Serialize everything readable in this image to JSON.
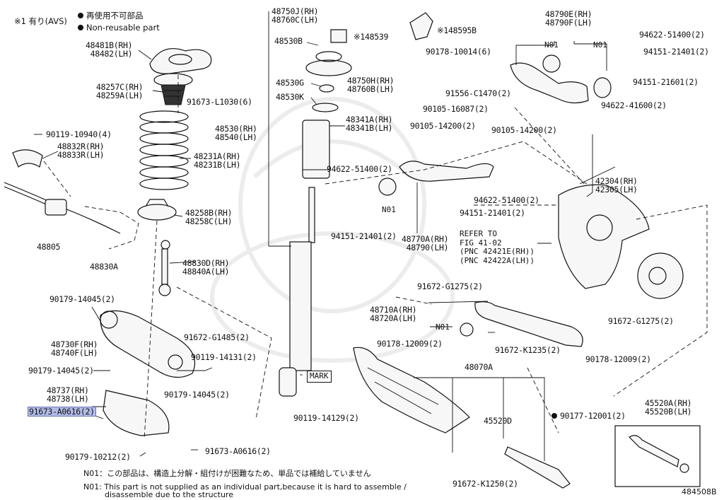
{
  "legend": {
    "avs_note": "※1 有り(AVS)",
    "reuse_ja": "再使用不可部品",
    "reuse_en": "Non-reusable part"
  },
  "notes": {
    "n01_ja": "N01：この部品は、構造上分解・組付けが困難なため、単品では補給していません",
    "n01_en_1": "N01: This part is not supplied as an individual part,because it is hard to assemble /",
    "n01_en_2": "disassemble due to the structure"
  },
  "diagram_id": "484508B",
  "refer": {
    "line1": "REFER TO",
    "line2": "FIG 41-02",
    "line3": "(PNC 42421E(RH))",
    "line4": "(PNC 42422A(LH))"
  },
  "inline_labels": {
    "n01_a": "N01",
    "n01_b": "N01",
    "n01_c": "N01",
    "n01_d": "N01",
    "mark": "MARK"
  },
  "labels": {
    "p48481": [
      "48481B(RH)",
      "48482(LH)"
    ],
    "p48257": [
      "48257C(RH)",
      "48259A(LH)"
    ],
    "p91673_l1030": "91673-L1030(6)",
    "p48231": [
      "48231A(RH)",
      "48231B(LH)"
    ],
    "p90119_10940": "90119-10940(4)",
    "p48832": [
      "48832R(RH)",
      "48833R(LH)"
    ],
    "p48258": [
      "48258B(RH)",
      "48258C(LH)"
    ],
    "p48805": "48805",
    "p48830a": "48830A",
    "p48830d": [
      "48830D(RH)",
      "48840A(LH)"
    ],
    "p90179_14045_a": "90179-14045(2)",
    "p91672_g1485": "91672-G1485(2)",
    "p48730": [
      "48730F(RH)",
      "48740F(LH)"
    ],
    "p90119_14131": "90119-14131(2)",
    "p90179_14045_b": "90179-14045(2)",
    "p90179_14045_c": "90179-14045(2)",
    "p48737": [
      "48737(RH)",
      "48738(LH)"
    ],
    "p91673_a0616_hl": "91673-A0616(2)",
    "p90179_10212": "90179-10212(2)",
    "p91673_a0616": "91673-A0616(2)",
    "p48750": [
      "48750J(RH)",
      "48760C(LH)"
    ],
    "p48530b": "48530B",
    "p148539": "※148539",
    "p148595b": "※148595B",
    "p90178_10014": "90178-10014(6)",
    "p48750h": [
      "48750H(RH)",
      "48760B(LH)"
    ],
    "p48530g": "48530G",
    "p48530k": "48530K",
    "p48341": [
      "48341A(RH)",
      "48341B(LH)"
    ],
    "p48530": [
      "48530(RH)",
      "48540(LH)"
    ],
    "p90119_14129": "90119-14129(2)",
    "p48790e": [
      "48790E(RH)",
      "48790F(LH)"
    ],
    "p94622_51400_a": "94622-51400(2)",
    "p94151_21401_a": "94151-21401(2)",
    "p94151_21601": "94151-21601(2)",
    "p94622_41600": "94622-41600(2)",
    "p91556_c1470": "91556-C1470(2)",
    "p90105_16087": "90105-16087(2)",
    "p90105_14200_a": "90105-14200(2)",
    "p90105_14200_b": "90105-14200(2)",
    "p94622_51400_b": "94622-51400(2)",
    "p94622_51400_c": "94622-51400(2)",
    "p94151_21401_b": "94151-21401(2)",
    "p94151_21401_c": "94151-21401(2)",
    "p48770a": [
      "48770A(RH)",
      "48790(LH)"
    ],
    "p42304": [
      "42304(RH)",
      "42305(LH)"
    ],
    "p91672_g1275_a": "91672-G1275(2)",
    "p91672_g1275_b": "91672-G1275(2)",
    "p48710a": [
      "48710A(RH)",
      "48720A(LH)"
    ],
    "p90178_12009_a": "90178-12009(2)",
    "p91672_k1235": "91672-K1235(2)",
    "p90178_12009_b": "90178-12009(2)",
    "p48070a": "48070A",
    "p45520d": "45520D",
    "p90177_12001": "90177-12001(2)",
    "p45520a": [
      "45520A(RH)",
      "45520B(LH)"
    ],
    "p91672_k1250": "91672-K1250(2)"
  }
}
